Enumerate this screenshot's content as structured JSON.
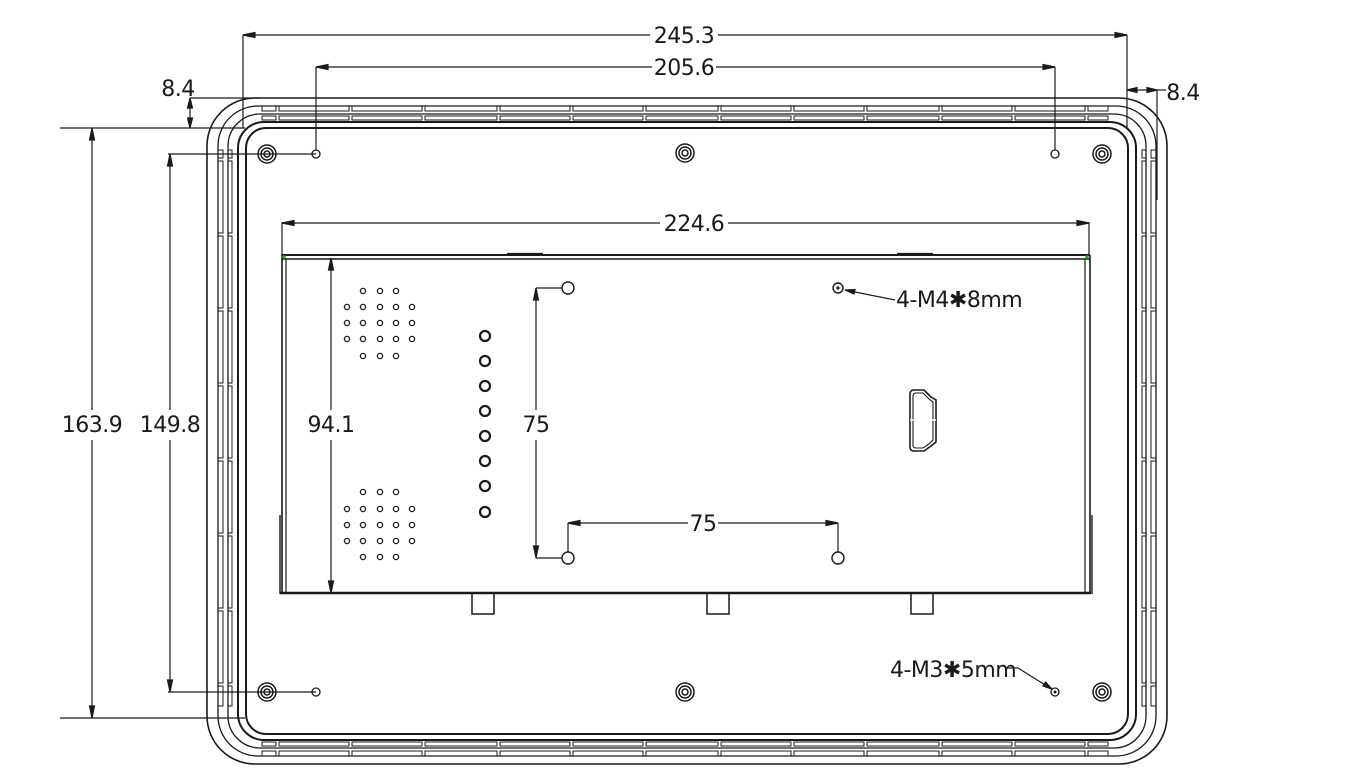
{
  "drawing": {
    "type": "mechanical-outline-rear-view",
    "line_color": "#1a1a1a",
    "background": "#ffffff",
    "dimensions": {
      "overall_width": "245.3",
      "mount_hole_spacing_width": "205.6",
      "left_margin_top": "8.4",
      "right_margin": "8.4",
      "overall_height": "163.9",
      "mount_hole_spacing_height": "149.8",
      "inner_body_width": "224.6",
      "inner_body_height": "94.1",
      "vesa_vertical": "75",
      "vesa_horizontal": "75"
    },
    "callouts": {
      "vesa_holes": "4-M4✱8mm",
      "frame_holes": "4-M3✱5mm"
    },
    "features": {
      "speaker_grilles": 2,
      "speaker_grille_holes_each": 21,
      "button_holes": 8,
      "hdmi_port": 1,
      "bottom_tabs": 3,
      "corner_mount_bosses": 6,
      "frame_screw_holes": 4,
      "vesa_holes": 4
    }
  }
}
